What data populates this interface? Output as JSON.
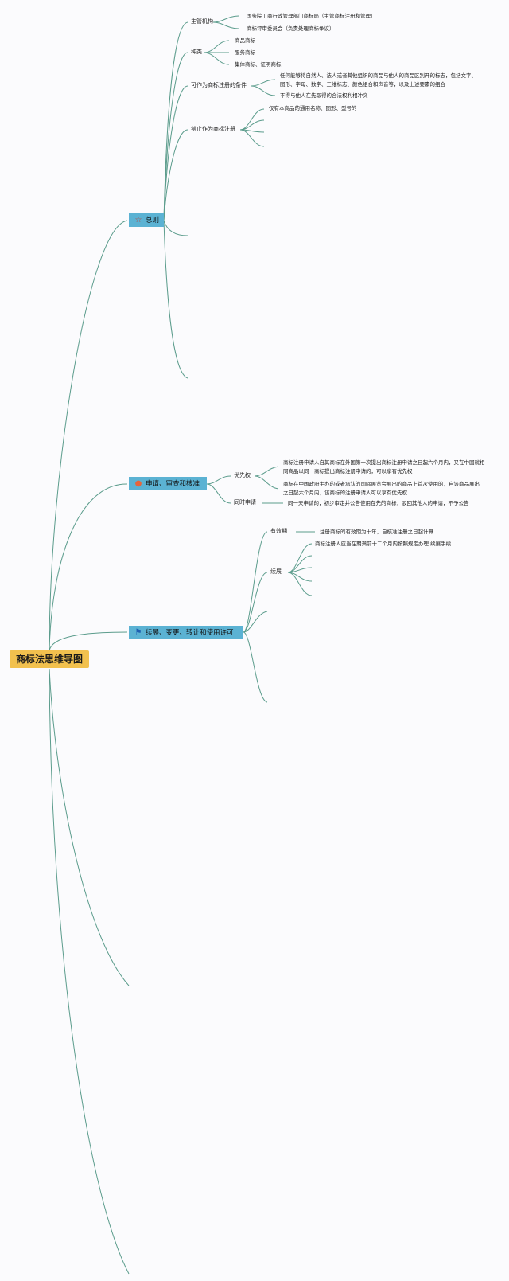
{
  "root": {
    "label": "商标法思维导图"
  },
  "branches": {
    "general": {
      "label": "总则",
      "icon": "star-icon",
      "children": {
        "authority": {
          "label": "主管机构",
          "items": [
            "国务院工商行政管理部门商标局（主管商标注册和管理）",
            "商标评审委员会（负责处理商标争议）"
          ]
        },
        "types": {
          "label": "种类",
          "items": [
            "商品商标",
            "服务商标",
            "集体商标、证明商标"
          ]
        },
        "conditions": {
          "label": "可作为商标注册的条件",
          "items": [
            "任何能够将自然人、法人或者其他组织的商品与他人的商品区别开的标志，包括文字、图形、字母、数字、三维标志、颜色组合和声音等，以及上述要素的组合",
            "不得与他人在先取得的合法权利相冲突"
          ]
        },
        "prohibited": {
          "label": "禁止作为商标注册",
          "items": [
            "仅有本商品的通用名称、图形、型号的"
          ]
        }
      }
    },
    "application": {
      "label": "申请、审查和核准",
      "icon": "dot-icon",
      "children": {
        "priority": {
          "label": "优先权",
          "items": [
            "商标注册申请人自其商标在外国第一次提出商标注册申请之日起六个月内，又在中国就相同商品以同一商标提出商标注册申请的，可以享有优先权",
            "商标在中国政府主办的或者承认的国际展览会展出的商品上首次使用的，自该商品展出 之日起六个月内，该商标的注册申请人可以享有优先权"
          ]
        },
        "same_day": {
          "label": "同时申请",
          "items": [
            "同一天申请的，初步审定并公告使用在先的商标，驳回其他人的申请，不予公告"
          ]
        }
      }
    },
    "renewal": {
      "label": "续展、变更、转让和使用许可",
      "icon": "flag-icon",
      "children": {
        "validity": {
          "label": "有效期",
          "items": [
            "注册商标的有效期为十年，自核准注册之日起计算"
          ]
        },
        "renew": {
          "label": "续展",
          "items": [
            "商标注册人应当在期满前十二个月内按照规定办理 续展手续"
          ]
        }
      }
    }
  }
}
